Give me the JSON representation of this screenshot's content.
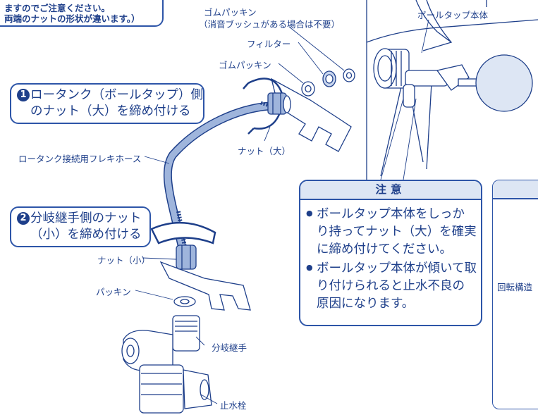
{
  "top_note": {
    "line1": "ますのでご注意ください。",
    "line2": "両端のナットの形状が違います。）"
  },
  "labels": {
    "gasket_top": "ゴムパッキン",
    "gasket_top_sub": "（消音ブッシュがある場合は不要）",
    "ball_tap_body": "ボールタップ本体",
    "filter": "フィルター",
    "gasket": "ゴムパッキン",
    "nut_large": "ナット（大）",
    "flexible_hose": "ロータンク接続用フレキホース",
    "nut_small": "ナット（小）",
    "packing": "パッキン",
    "branch_joint": "分岐継手",
    "stop_valve": "止水栓",
    "rotation_partial": "回転構造"
  },
  "steps": [
    {
      "num": "1",
      "line1": "ロータンク（ボールタップ）側",
      "line2": "のナット（大）を締め付ける"
    },
    {
      "num": "2",
      "line1": "分岐継手側のナット",
      "line2": "（小）を締め付ける"
    }
  ],
  "caution": {
    "title": "注意",
    "items": [
      "ボールタップ本体をしっかり持ってナット（大）を確実に締め付けてください。",
      "ボールタップ本体が傾いて取り付けられると止水不良の原因になります。"
    ]
  },
  "colors": {
    "accent": "#1e3f8a",
    "border": "#2d55a8",
    "header_fill": "#dde6f4",
    "hose": "#8aa3cf"
  }
}
